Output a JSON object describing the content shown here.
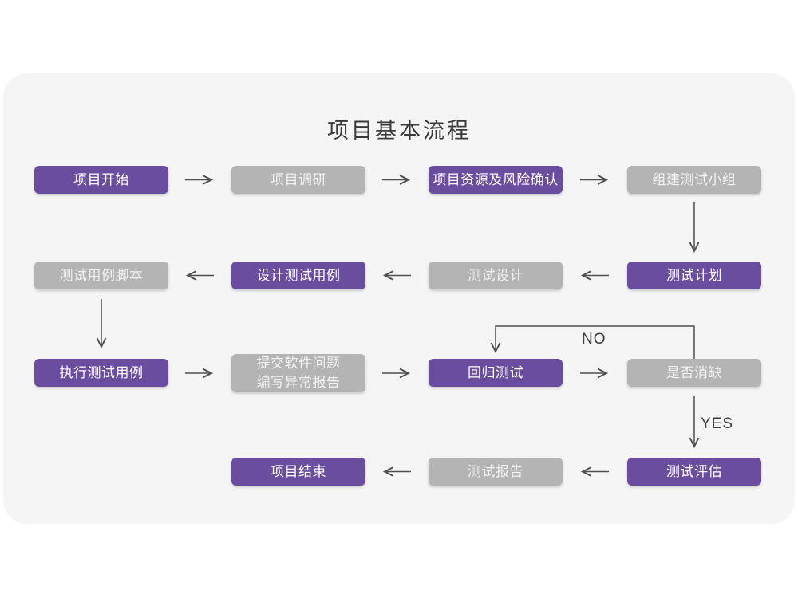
{
  "title": "项目基本流程",
  "colors": {
    "page_bg": "#ffffff",
    "card_bg": "#f5f5f5",
    "accent_purple": "#6a4d9e",
    "node_gray": "#b4b4b4",
    "node_text": "#ffffff",
    "gray_node_text": "#f3f2f4",
    "arrow": "#4f4f4f",
    "edge_label_text": "#3e3e3e",
    "title_text": "#3a3a3a"
  },
  "edges": {
    "no_label": "NO",
    "yes_label": "YES"
  },
  "nodes": [
    {
      "id": "project-start",
      "label": "项目开始",
      "variant": "purple",
      "col": 0,
      "row": 0
    },
    {
      "id": "project-research",
      "label": "项目调研",
      "variant": "gray",
      "col": 1,
      "row": 0
    },
    {
      "id": "resource-risk-confirm",
      "label": "项目资源及风险确认",
      "variant": "purple",
      "col": 2,
      "row": 0
    },
    {
      "id": "build-test-team",
      "label": "组建测试小组",
      "variant": "gray",
      "col": 3,
      "row": 0
    },
    {
      "id": "test-plan",
      "label": "测试计划",
      "variant": "purple",
      "col": 3,
      "row": 1
    },
    {
      "id": "test-design",
      "label": "测试设计",
      "variant": "gray",
      "col": 2,
      "row": 1
    },
    {
      "id": "design-test-cases",
      "label": "设计测试用例",
      "variant": "purple",
      "col": 1,
      "row": 1
    },
    {
      "id": "test-case-script",
      "label": "测试用例脚本",
      "variant": "gray",
      "col": 0,
      "row": 1
    },
    {
      "id": "execute-test-cases",
      "label": "执行测试用例",
      "variant": "purple",
      "col": 0,
      "row": 2
    },
    {
      "id": "submit-issues-report",
      "label": "提交软件问题\n编写异常报告",
      "variant": "gray",
      "col": 1,
      "row": 2,
      "tall": true
    },
    {
      "id": "regression-test",
      "label": "回归测试",
      "variant": "purple",
      "col": 2,
      "row": 2
    },
    {
      "id": "defect-cleared",
      "label": "是否消缺",
      "variant": "gray",
      "col": 3,
      "row": 2
    },
    {
      "id": "test-evaluation",
      "label": "测试评估",
      "variant": "purple",
      "col": 3,
      "row": 3
    },
    {
      "id": "test-report",
      "label": "测试报告",
      "variant": "gray",
      "col": 2,
      "row": 3
    },
    {
      "id": "project-end",
      "label": "项目结束",
      "variant": "purple",
      "col": 1,
      "row": 3
    }
  ]
}
